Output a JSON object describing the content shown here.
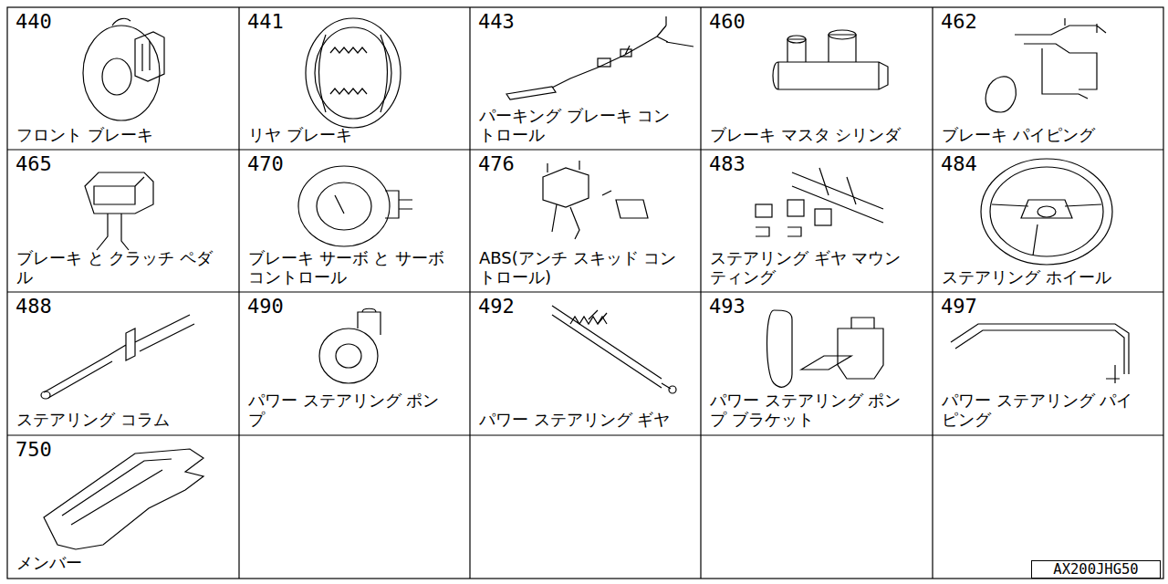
{
  "diagram": {
    "nodes": [
      {
        "text": [
          "440",
          "フロント ブレーキ"
        ]
      },
      {
        "text": [
          "441",
          "リヤ ブレーキ"
        ]
      },
      {
        "text": [
          "443",
          "パーキング ブレーキ コントロール"
        ]
      },
      {
        "text": [
          "460",
          "ブレーキ マスタ シリンダ"
        ]
      },
      {
        "text": [
          "462",
          "ブレーキ パイピング"
        ]
      },
      {
        "text": [
          "465",
          "ブレーキ と クラッチ ペダル"
        ]
      },
      {
        "text": [
          "470",
          "ブレーキ サーボ と サーボ コントロール"
        ]
      },
      {
        "text": [
          "476",
          "ABS(アンチ スキッド コントロール)"
        ]
      },
      {
        "text": [
          "483",
          "ステアリング ギヤ マウンティング"
        ]
      },
      {
        "text": [
          "484",
          "ステアリング ホイール"
        ]
      },
      {
        "text": [
          "488",
          "ステアリング コラム"
        ]
      },
      {
        "text": [
          "490",
          "パワー ステアリング ポンプ"
        ]
      },
      {
        "text": [
          "492",
          "パワー ステアリング ギヤ"
        ]
      },
      {
        "text": [
          "493",
          "パワー ステアリング ポンプ ブラケット"
        ]
      },
      {
        "text": [
          "497",
          "パワー ステアリング パイピング"
        ]
      },
      {
        "text": [
          "750",
          "メンバー"
        ]
      },
      {
        "text": [
          "AX200JHG50"
        ]
      }
    ]
  }
}
